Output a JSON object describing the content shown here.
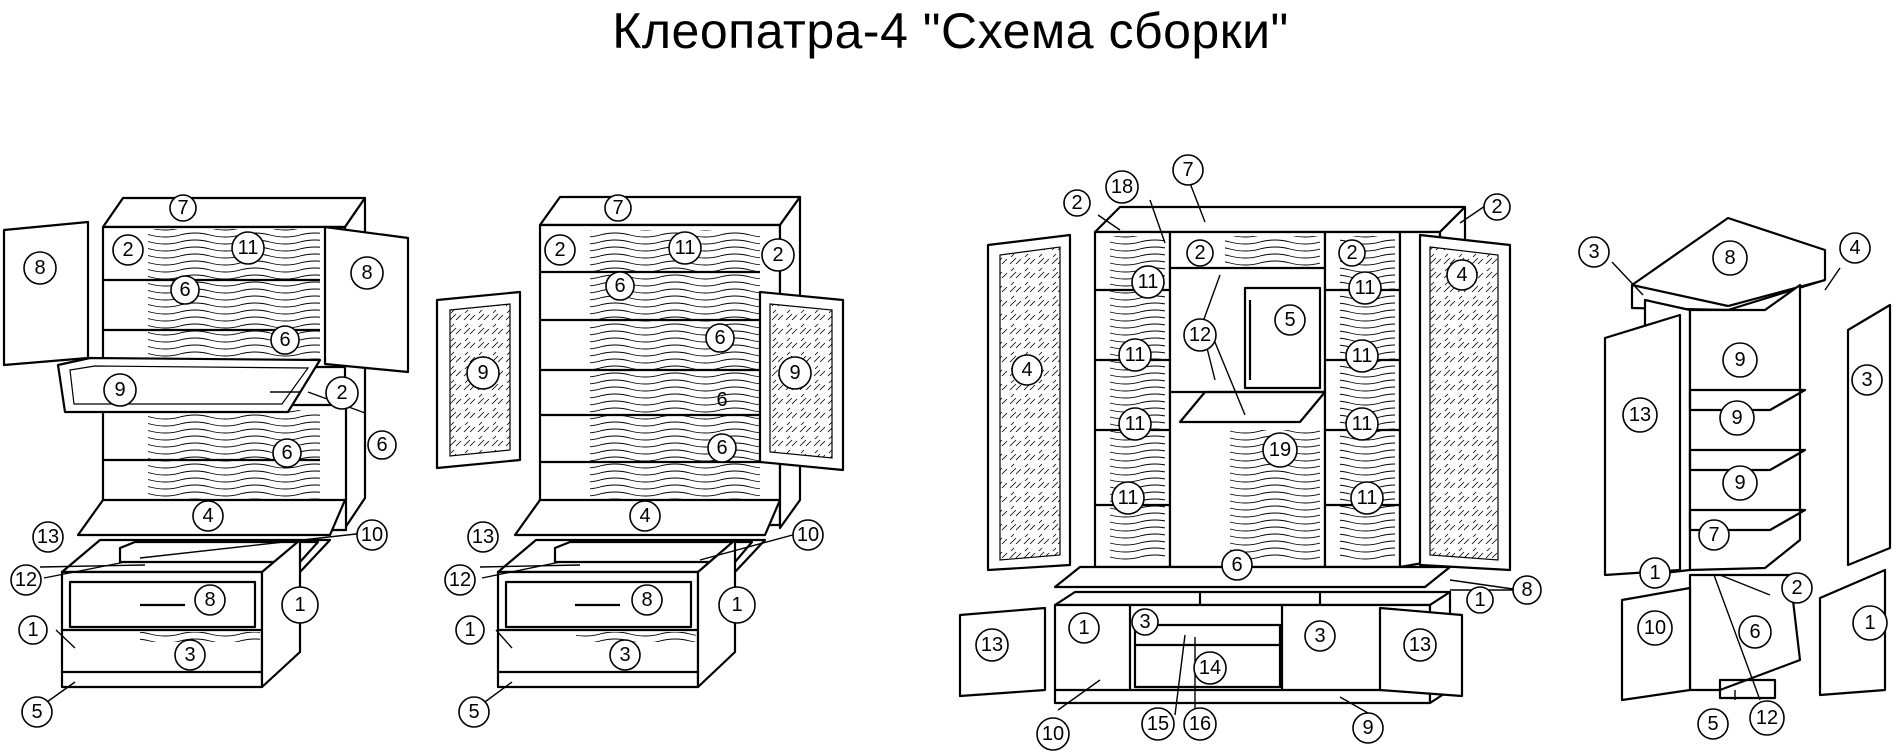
{
  "title": "Клеопатра-4 \"Схема сборки\"",
  "colors": {
    "line": "#000000",
    "background": "#ffffff"
  },
  "labels": {
    "a_7": "7",
    "a_2": "2",
    "a_11": "11",
    "a_8l": "8",
    "a_8r": "8",
    "a_6a": "6",
    "a_6b": "6",
    "a_9": "9",
    "a_2b": "2",
    "a_6c": "6",
    "a_6d": "6",
    "a_4": "4",
    "a_13": "13",
    "a_10": "10",
    "a_12": "12",
    "a_8d": "8",
    "a_1r": "1",
    "a_1l": "1",
    "a_3": "3",
    "a_5": "5",
    "b_7": "7",
    "b_2l": "2",
    "b_11": "11",
    "b_2r": "2",
    "b_6a": "6",
    "b_6b": "6",
    "b_9l": "9",
    "b_9r": "9",
    "b_6c": "6",
    "b_6d": "6",
    "b_4": "4",
    "b_13": "13",
    "b_10": "10",
    "b_12": "12",
    "b_8d": "8",
    "b_1r": "1",
    "b_1l": "1",
    "b_3": "3",
    "b_5": "5",
    "c_7": "7",
    "c_2l": "2",
    "c_18": "18",
    "c_2r": "2",
    "c_2a": "2",
    "c_2b": "2",
    "c_4l": "4",
    "c_4r": "4",
    "c_11a": "11",
    "c_11b": "11",
    "c_11c": "11",
    "c_11d": "11",
    "c_11e": "11",
    "c_11f": "11",
    "c_11g": "11",
    "c_11h": "11",
    "c_12": "12",
    "c_5": "5",
    "c_19": "19",
    "c_6": "6",
    "c_1r": "1",
    "c_8": "8",
    "c_13l": "13",
    "c_13r": "13",
    "c_1a": "1",
    "c_3a": "3",
    "c_3b": "3",
    "c_14": "14",
    "c_10": "10",
    "c_15": "15",
    "c_16": "16",
    "c_9": "9",
    "d_3tl": "3",
    "d_8": "8",
    "d_4": "4",
    "d_9a": "9",
    "d_9b": "9",
    "d_9c": "9",
    "d_13": "13",
    "d_3r": "3",
    "d_7": "7",
    "d_1l": "1",
    "d_2": "2",
    "d_10": "10",
    "d_6": "6",
    "d_1r": "1",
    "d_12": "12",
    "d_5": "5"
  }
}
